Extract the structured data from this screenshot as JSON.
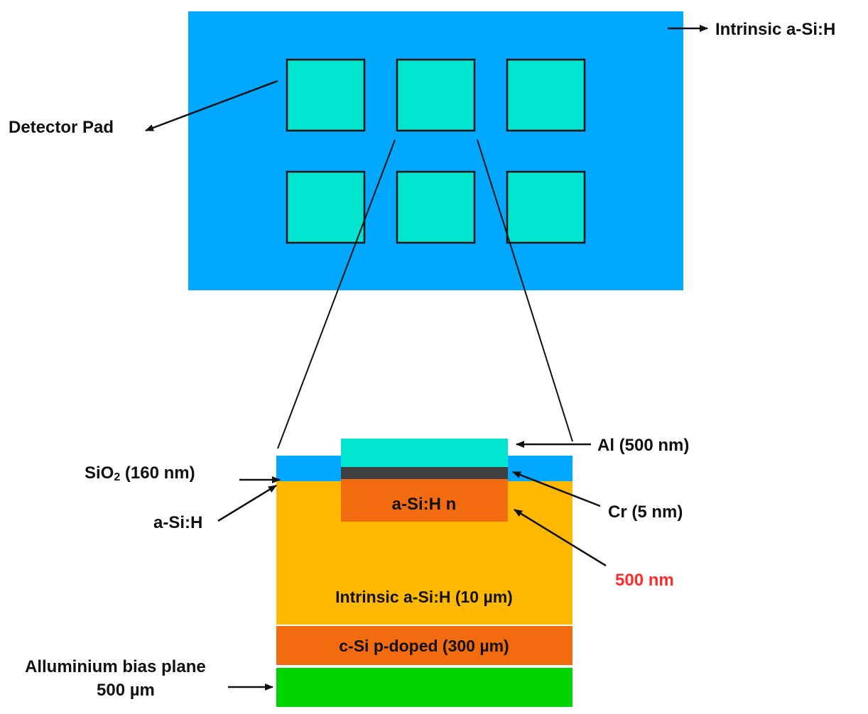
{
  "top_view": {
    "substrate_label": "Intrinsic a-Si:H",
    "pad_label": "Detector Pad"
  },
  "cross_section": {
    "sio2_label": "SiO",
    "sio2_sub": "2",
    "sio2_thickness": " (160 nm)",
    "asih_label": "a-Si:H",
    "al_label": "Al (500 nm)",
    "cr_label": "Cr (5 nm)",
    "n_layer_label": "a-Si:H n",
    "n_layer_thickness": "500 nm",
    "intrinsic_label": "Intrinsic a-Si:H (10 µm)",
    "p_doped_label": "c-Si p-doped (300 µm)",
    "bias_plane_line1": "Alluminium bias plane",
    "bias_plane_line2": "500 µm"
  },
  "colors": {
    "substrate_blue": "#00a8ff",
    "pad_cyan": "#00e5d0",
    "intrinsic_orange": "#ffb800",
    "n_layer_orange": "#f26b0f",
    "chromium_gray": "#404040",
    "bias_green": "#00d400",
    "highlight_red": "#ff2a2a"
  }
}
